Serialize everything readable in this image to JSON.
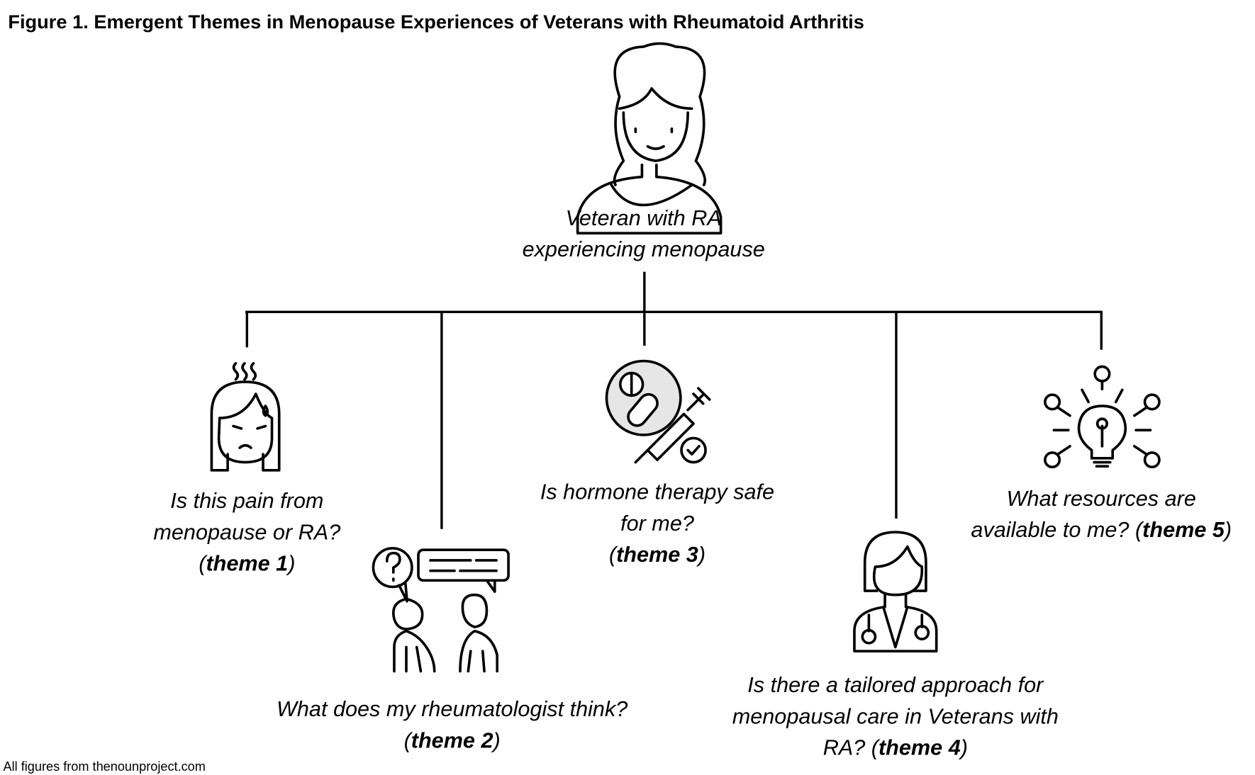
{
  "title": "Figure 1. Emergent Themes in Menopause Experiences of Veterans with Rheumatoid Arthritis",
  "root": {
    "line1": "Veteran with RA",
    "line2": "experiencing menopause",
    "icon": "woman-icon"
  },
  "themes": [
    {
      "lines": [
        "Is this pain from",
        "menopause or RA?"
      ],
      "theme": "theme 1",
      "icon": "hot-flash-woman-icon"
    },
    {
      "lines": [
        "What does my rheumatologist think?"
      ],
      "theme": "theme 2",
      "icon": "conversation-icon"
    },
    {
      "lines": [
        "Is hormone therapy safe",
        "for me?"
      ],
      "theme": "theme 3",
      "icon": "medication-syringe-icon"
    },
    {
      "lines": [
        "Is there a tailored approach for",
        "menopausal care in Veterans with",
        "RA?"
      ],
      "theme": "theme 4",
      "icon": "doctor-icon"
    },
    {
      "lines": [
        "What resources are",
        "available to me?"
      ],
      "theme": "theme 5",
      "icon": "lightbulb-icon"
    }
  ],
  "footnote": "All figures from thenounproject.com"
}
